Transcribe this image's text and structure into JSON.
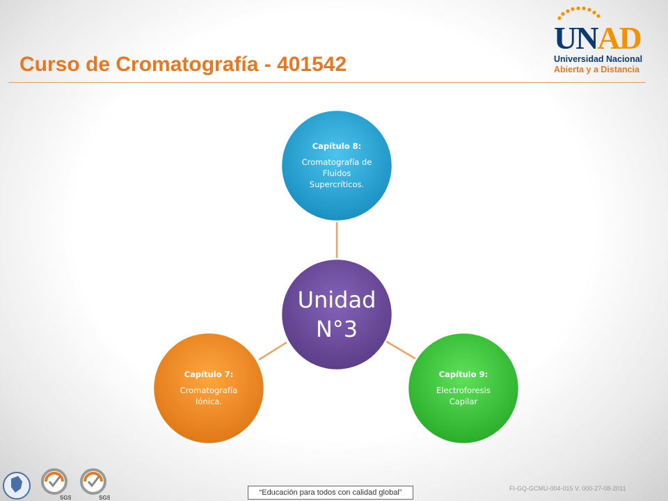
{
  "header": {
    "title": "Curso de Cromatografía - 401542"
  },
  "logo": {
    "wordmark_main": "UN",
    "wordmark_accent": "AD",
    "line1": "Universidad Nacional",
    "line2": "Abierta y a Distancia"
  },
  "diagram": {
    "center": {
      "line1": "Unidad",
      "line2": "N°3",
      "color": "#6a4a97"
    },
    "nodes": [
      {
        "title": "Capítulo 8:",
        "desc": [
          "Cromatografía de",
          "Fluidos",
          "Supercríticos."
        ],
        "color": "#2aa6d4"
      },
      {
        "title": "Capítulo 9:",
        "desc": [
          "Electroforesis",
          "Capilar"
        ],
        "color": "#3cc43c"
      },
      {
        "title": "Capítulo 7:",
        "desc": [
          "Cromatografía",
          "Iónica."
        ],
        "color": "#f08a23"
      }
    ],
    "connector_color": "#f0a060"
  },
  "footer": {
    "slogan": "“Educación para todos con calidad global”",
    "code": "FI-GQ-GCMU-004-015 V. 000-27-08-2011",
    "badges": [
      "SGS",
      "SGS"
    ]
  }
}
